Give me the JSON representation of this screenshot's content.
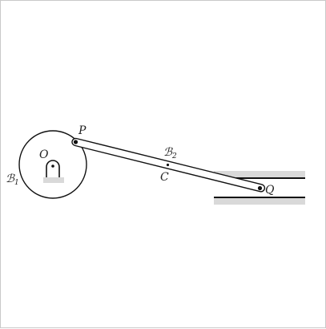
{
  "diagram": {
    "labels": {
      "B1": "ℬ",
      "B1_sub": "1",
      "O": "O",
      "P": "P",
      "B2": "ℬ",
      "B2_sub": "2",
      "C": "C",
      "Q": "Q"
    },
    "colors": {
      "stroke": "#111111",
      "ground": "#d9d9d9",
      "frame": "#c9c9c9"
    }
  }
}
